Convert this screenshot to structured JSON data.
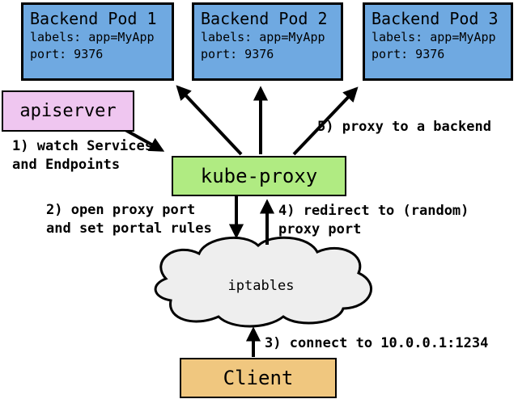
{
  "pods": [
    {
      "title": "Backend Pod 1",
      "labels": "labels: app=MyApp",
      "port": "port: 9376"
    },
    {
      "title": "Backend Pod 2",
      "labels": "labels: app=MyApp",
      "port": "port: 9376"
    },
    {
      "title": "Backend Pod 3",
      "labels": "labels: app=MyApp",
      "port": "port: 9376"
    }
  ],
  "apiserver": {
    "label": "apiserver"
  },
  "kube_proxy": {
    "label": "kube-proxy"
  },
  "iptables": {
    "label": "iptables"
  },
  "client": {
    "label": "Client"
  },
  "annotations": {
    "step1": "1) watch Services\nand Endpoints",
    "step2": "2) open proxy port\nand set portal rules",
    "step3": "3) connect to 10.0.0.1:1234",
    "step4": "4) redirect to (random)\nproxy port",
    "step5": "5) proxy to a backend"
  },
  "colors": {
    "pod_fill": "#6FA9E1",
    "apiserver_fill": "#EFC6F0",
    "kubeproxy_fill": "#B0EB82",
    "client_fill": "#F0C77F",
    "cloud_fill": "#EEEEEE",
    "arrow_color": "#000000"
  }
}
